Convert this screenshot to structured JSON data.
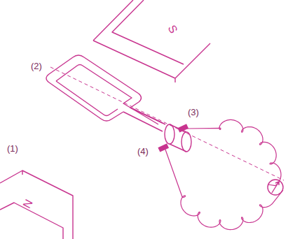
{
  "diagram": {
    "nodes": [
      {
        "text": [
          "S"
        ]
      },
      {
        "text": [
          "N"
        ]
      }
    ],
    "labels": [
      "(2)",
      "(1)",
      "(3)",
      "(4)"
    ]
  }
}
